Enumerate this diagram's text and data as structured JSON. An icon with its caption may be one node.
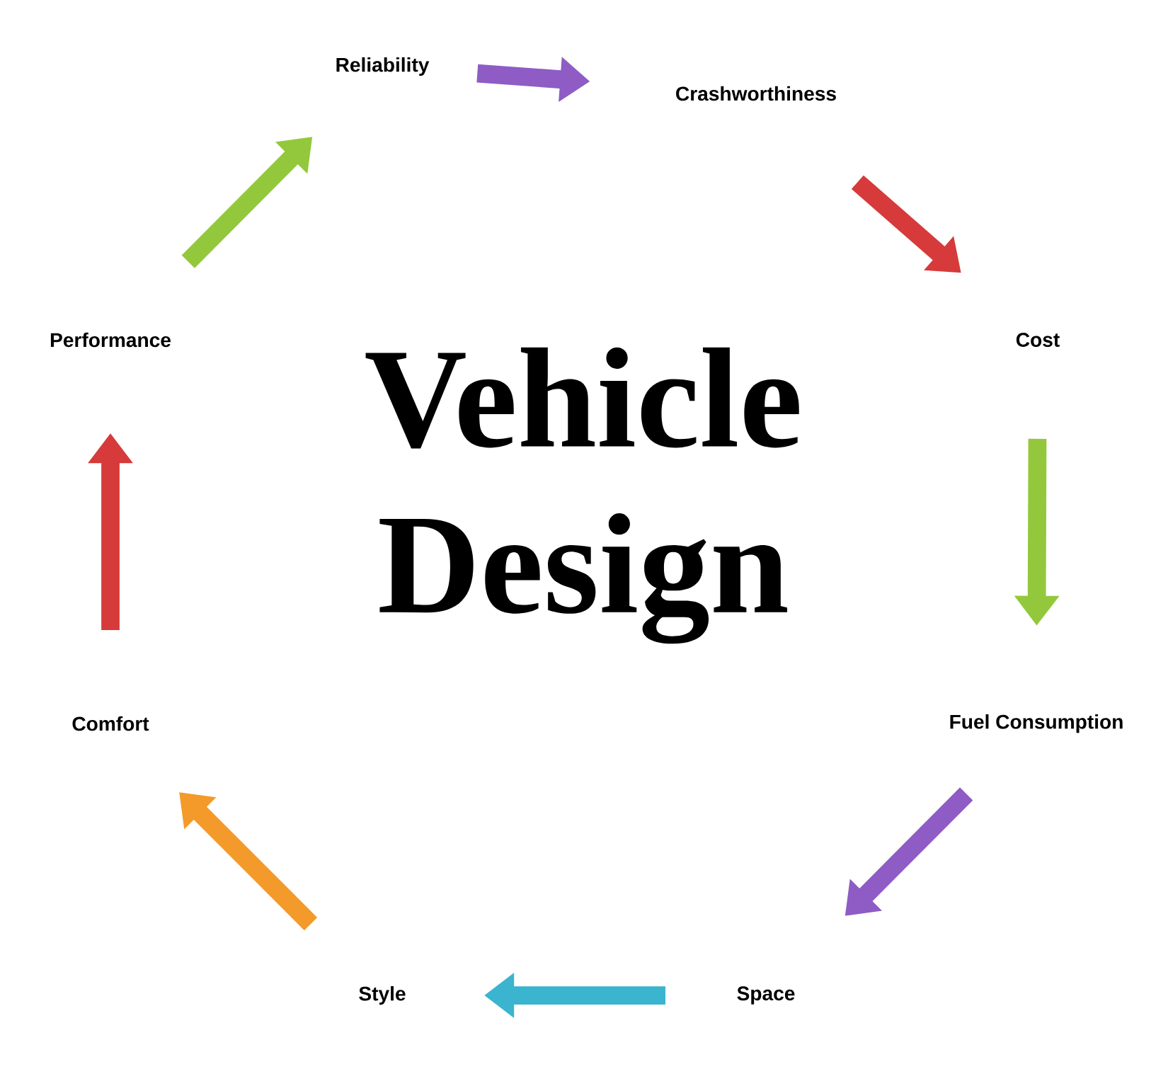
{
  "diagram": {
    "title": "Vehicle Design",
    "nodes": [
      {
        "text": [
          "Reliability"
        ]
      },
      {
        "text": [
          "Crashworthiness"
        ]
      },
      {
        "text": [
          "Cost"
        ]
      },
      {
        "text": [
          "Fuel Consumption"
        ]
      },
      {
        "text": [
          "Space"
        ]
      },
      {
        "text": [
          "Style"
        ]
      },
      {
        "text": [
          "Comfort"
        ]
      },
      {
        "text": [
          "Performance"
        ]
      }
    ],
    "edges": [
      {
        "from": 0,
        "to": 1,
        "arrow": "to",
        "color": "#8e5cc4"
      },
      {
        "from": 1,
        "to": 2,
        "arrow": "to",
        "color": "#d63a3a"
      },
      {
        "from": 2,
        "to": 3,
        "arrow": "to",
        "color": "#94c83c"
      },
      {
        "from": 3,
        "to": 4,
        "arrow": "to",
        "color": "#8e5cc4"
      },
      {
        "from": 4,
        "to": 5,
        "arrow": "to",
        "color": "#3bb4cf"
      },
      {
        "from": 5,
        "to": 6,
        "arrow": "to",
        "color": "#f39a2a"
      },
      {
        "from": 6,
        "to": 7,
        "arrow": "to",
        "color": "#d63a3a"
      },
      {
        "from": 7,
        "to": 0,
        "arrow": "to",
        "color": "#94c83c"
      }
    ]
  }
}
